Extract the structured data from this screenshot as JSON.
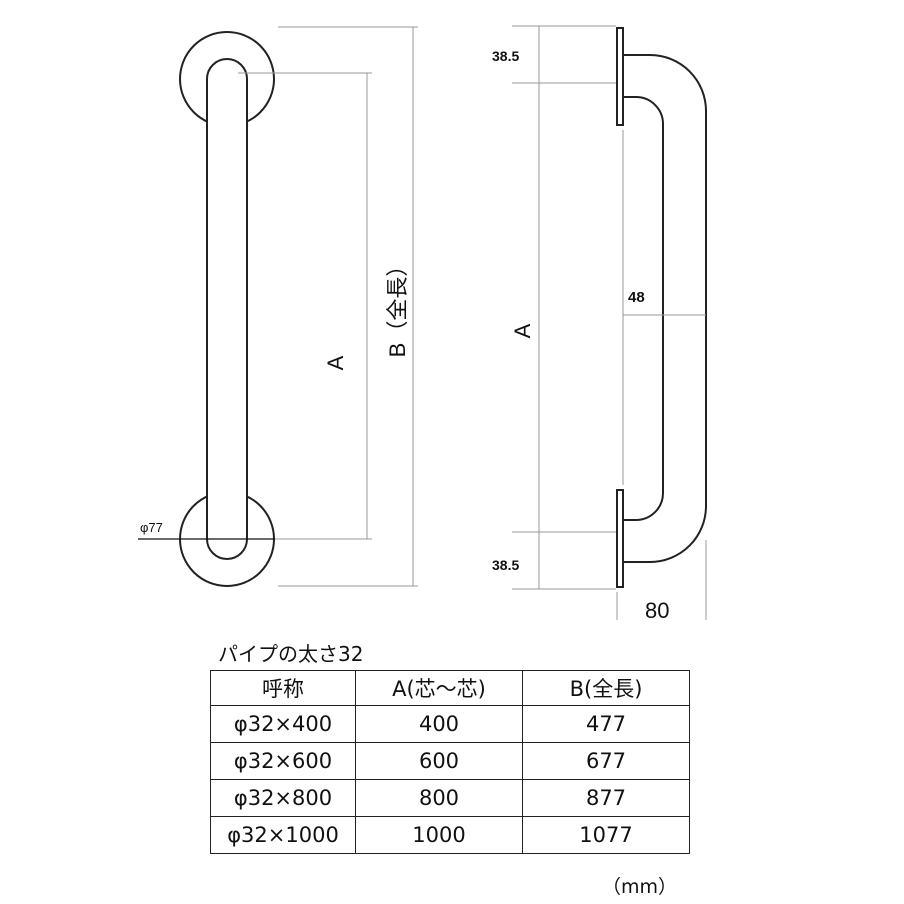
{
  "front_view": {
    "label_a": "A",
    "label_b": "B（全長）",
    "label_phi": "φ77"
  },
  "side_view": {
    "label_top": "38.5",
    "label_bottom": "38.5",
    "label_offset": "48",
    "label_a": "A",
    "label_depth": "80"
  },
  "caption": "パイプの太さ32",
  "table": {
    "headers": [
      "呼称",
      "A(芯～芯)",
      "B(全長)"
    ],
    "rows": [
      [
        "φ32×400",
        "400",
        "477"
      ],
      [
        "φ32×600",
        "600",
        "677"
      ],
      [
        "φ32×800",
        "800",
        "877"
      ],
      [
        "φ32×1000",
        "1000",
        "1077"
      ]
    ]
  },
  "unit": "（mm）"
}
